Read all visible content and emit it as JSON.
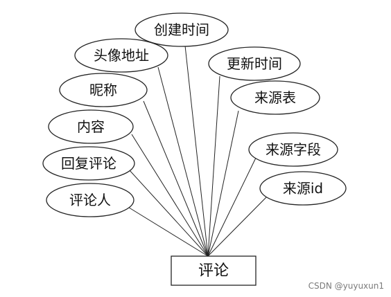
{
  "entity": {
    "label": "评论"
  },
  "attributes": [
    {
      "label": "创建时间"
    },
    {
      "label": "头像地址"
    },
    {
      "label": "昵称"
    },
    {
      "label": "内容"
    },
    {
      "label": "回复评论"
    },
    {
      "label": "评论人"
    },
    {
      "label": "更新时间"
    },
    {
      "label": "来源表"
    },
    {
      "label": "来源字段"
    },
    {
      "label": "来源id"
    }
  ],
  "watermark": "CSDN @yuyuxun1",
  "colors": {
    "stroke": "#222222",
    "background": "#ffffff",
    "watermark": "#7a7a7a"
  }
}
